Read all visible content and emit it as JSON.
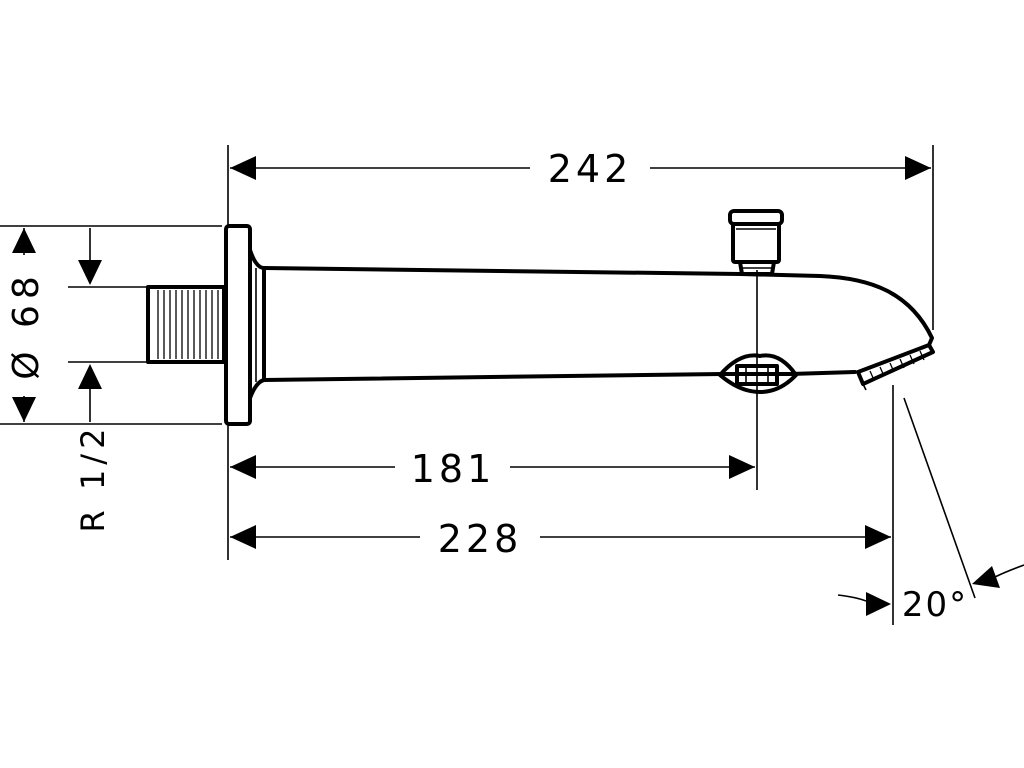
{
  "drawing": {
    "dimensions": {
      "overall_length": "242",
      "outlet_length": "228",
      "diverter_position": "181",
      "rosette_diameter": "Ø 68",
      "thread": "R 1/2",
      "outlet_angle": "20°"
    }
  }
}
